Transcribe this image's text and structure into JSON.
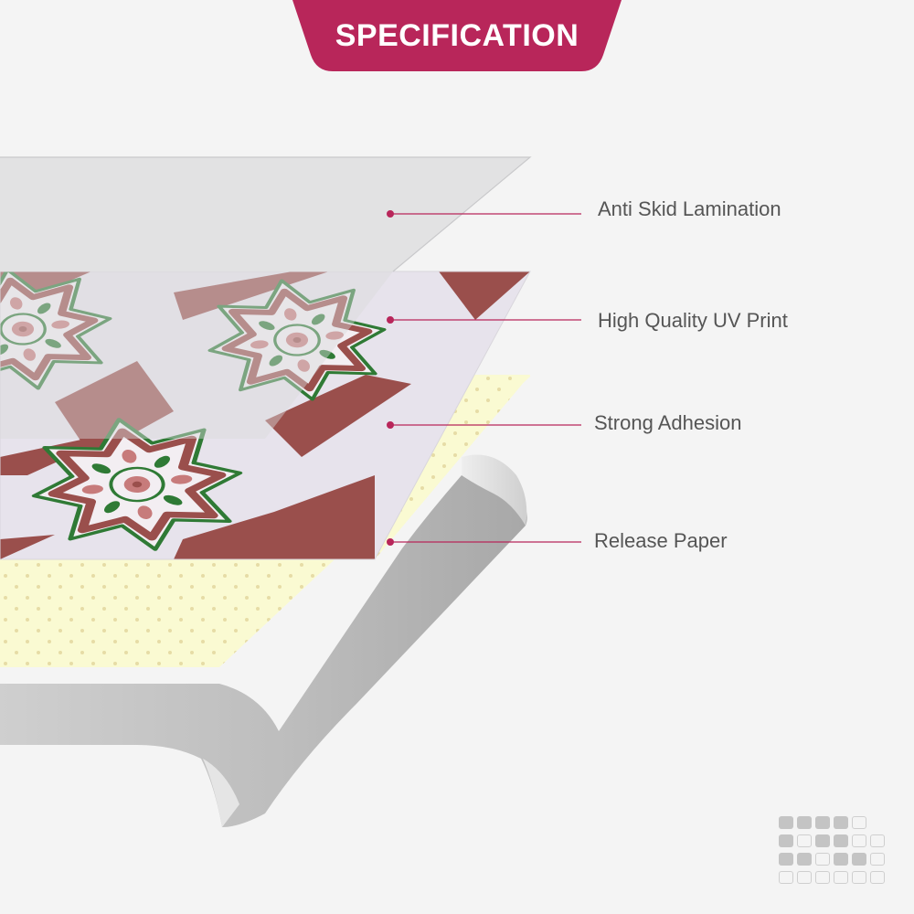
{
  "header": {
    "title": "SPECIFICATION"
  },
  "layers": [
    {
      "label": "Anti Skid Lamination"
    },
    {
      "label": "High Quality UV Print"
    },
    {
      "label": "Strong Adhesion"
    },
    {
      "label": "Release Paper"
    }
  ],
  "colors": {
    "accent": "#b8265a",
    "lamination": "#e2e2e3",
    "print_bg": "#e7e3ec",
    "print_tile": "#9a4f4c",
    "star_outline": "#2f7a35",
    "adhesive": "#fafad2",
    "release_paper": "#b9b9b9",
    "label_text": "#555555"
  },
  "icons": [
    "star-tile-pattern-icon",
    "label-dot-icon",
    "brand-grid-logo-icon"
  ]
}
